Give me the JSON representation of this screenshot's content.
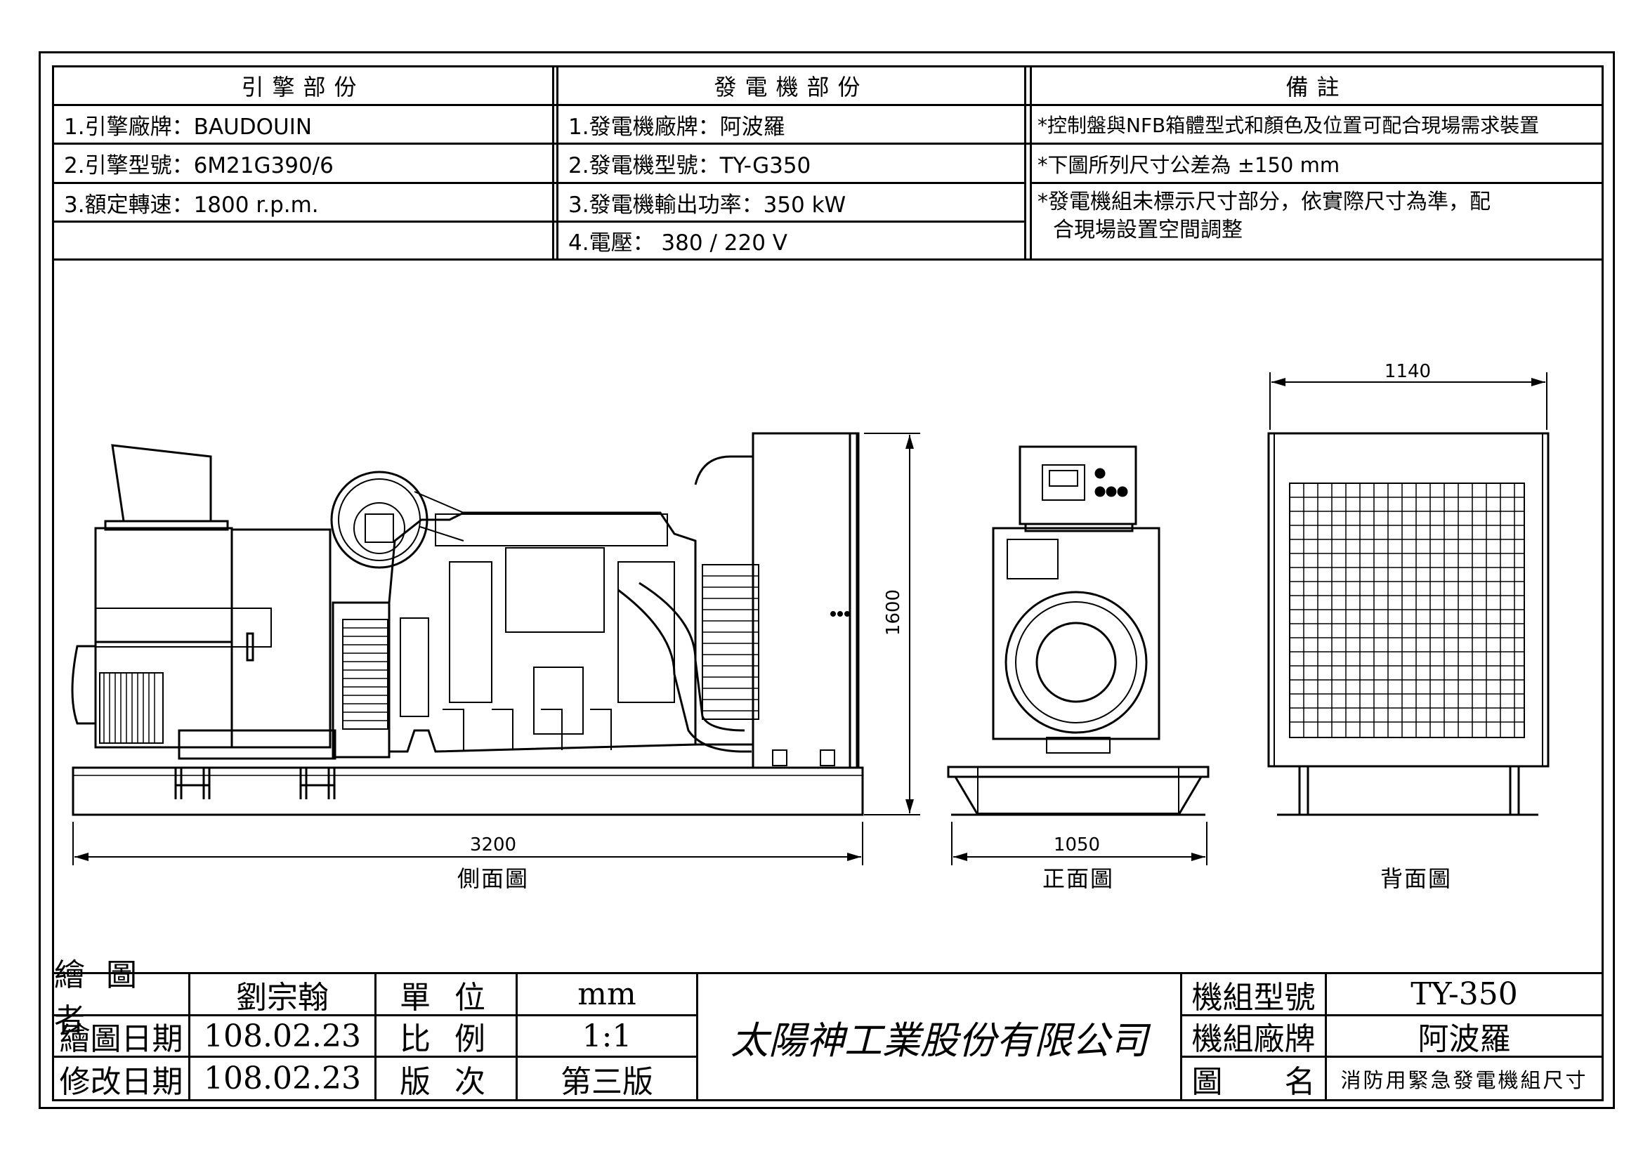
{
  "spec_table": {
    "engine": {
      "header": "引擎部份",
      "items": [
        "1.引擎廠牌：BAUDOUIN",
        "2.引擎型號：6M21G390/6",
        "3.額定轉速：1800 r.p.m."
      ]
    },
    "generator": {
      "header": "發電機部份",
      "items": [
        "1.發電機廠牌：阿波羅",
        "2.發電機型號：TY-G350",
        "3.發電機輸出功率：350 kW",
        "4.電壓： 380 / 220 V"
      ]
    },
    "remarks": {
      "header": "備註",
      "items": [
        "*控制盤與NFB箱體型式和顏色及位置可配合現場需求裝置",
        "*下圖所列尺寸公差為 ±150 mm",
        "*發電機組未標示尺寸部分，依實際尺寸為準，配",
        "合現場設置空間調整"
      ]
    }
  },
  "views": {
    "side": {
      "caption": "側面圖",
      "width_dim": "3200",
      "height_dim": "1600"
    },
    "front": {
      "caption": "正面圖",
      "width_dim": "1050"
    },
    "back": {
      "caption": "背面圖",
      "width_dim": "1140"
    }
  },
  "title_block": {
    "drawn_by_label": "繪 圖 者",
    "drawn_by": "劉宗翰",
    "unit_label": "單 位",
    "unit": "mm",
    "draw_date_label": "繪圖日期",
    "draw_date": "108.02.23",
    "scale_label": "比 例",
    "scale": "1:1",
    "revise_date_label": "修改日期",
    "revise_date": "108.02.23",
    "version_label": "版 次",
    "version": "第三版",
    "company": "太陽神工業股份有限公司",
    "model_label": "機組型號",
    "model": "TY-350",
    "brand_label": "機組廠牌",
    "brand": "阿波羅",
    "drawing_name_label": "圖　　名",
    "drawing_name": "消防用緊急發電機組尺寸"
  }
}
